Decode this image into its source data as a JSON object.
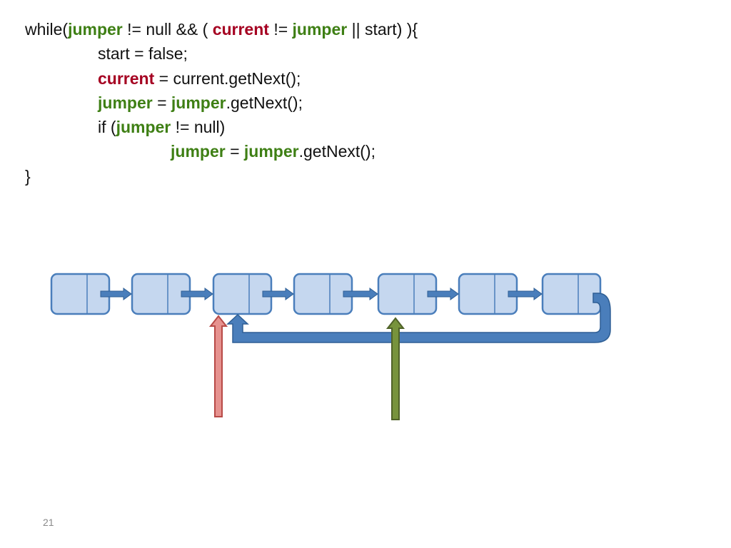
{
  "code": {
    "lines": [
      [
        {
          "t": "while(",
          "k": "plain"
        },
        {
          "t": "jumper",
          "k": "jumper"
        },
        {
          "t": " != null && ( ",
          "k": "plain"
        },
        {
          "t": "current",
          "k": "current"
        },
        {
          "t": " != ",
          "k": "plain"
        },
        {
          "t": "jumper",
          "k": "jumper"
        },
        {
          "t": " || start) ){",
          "k": "plain"
        }
      ],
      [
        {
          "t": "start = false;",
          "k": "plain"
        }
      ],
      [
        {
          "t": "current",
          "k": "current"
        },
        {
          "t": " = current.getNext();",
          "k": "plain"
        }
      ],
      [
        {
          "t": "jumper",
          "k": "jumper"
        },
        {
          "t": " = ",
          "k": "plain"
        },
        {
          "t": "jumper",
          "k": "jumper"
        },
        {
          "t": ".getNext();",
          "k": "plain"
        }
      ],
      [
        {
          "t": "if (",
          "k": "plain"
        },
        {
          "t": "jumper",
          "k": "jumper"
        },
        {
          "t": " != null)",
          "k": "plain"
        }
      ],
      [
        {
          "t": "jumper",
          "k": "jumper"
        },
        {
          "t": " = ",
          "k": "plain"
        },
        {
          "t": "jumper",
          "k": "jumper"
        },
        {
          "t": ".getNext();",
          "k": "plain"
        }
      ],
      [
        {
          "t": "}",
          "k": "plain"
        }
      ]
    ]
  },
  "diagram": {
    "node_count": 7,
    "cycle_target_node": 3,
    "current_pointer_node": 3,
    "jumper_pointer_node": 5
  },
  "colors": {
    "text": "#111111",
    "current_keyword": "#a50021",
    "jumper_keyword": "#3e7f14",
    "node_fill": "#c5d7ef",
    "node_stroke": "#4a7ebb",
    "link": "#4a7ebb",
    "current_arrow": "#e6928f",
    "current_arrow_stroke": "#b84a47",
    "jumper_arrow": "#77933c",
    "jumper_arrow_stroke": "#4f6228"
  },
  "slide_number": "21"
}
